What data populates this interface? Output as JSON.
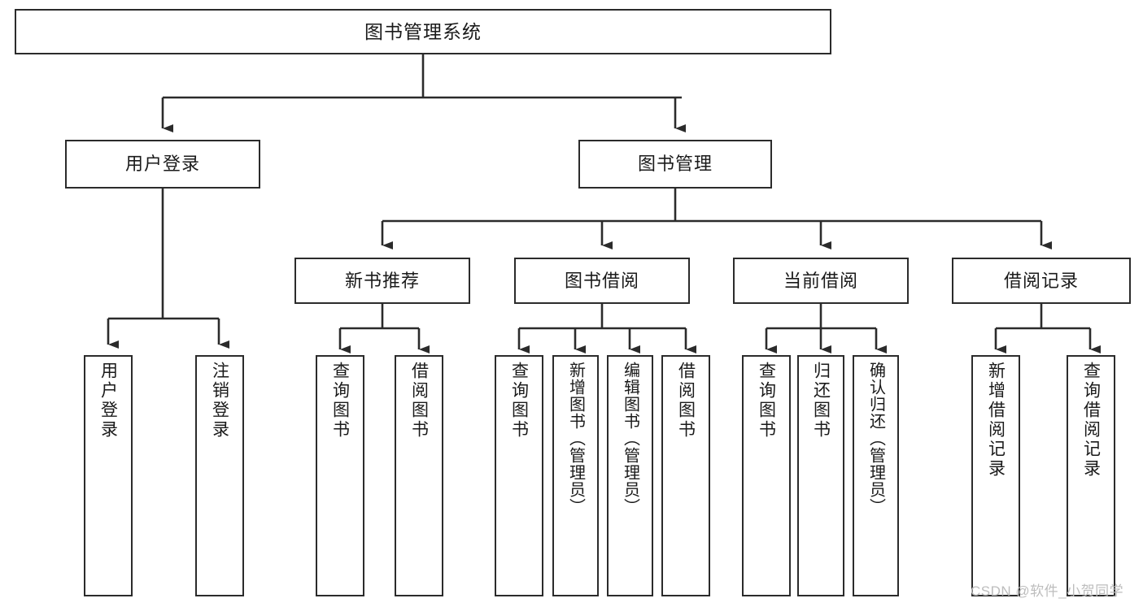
{
  "diagram": {
    "type": "tree",
    "title": "图书管理系统",
    "orientation": "top-down",
    "colors": {
      "box_border": "#2b2b2b",
      "box_fill": "#ffffff",
      "connector": "#2b2b2b",
      "text": "#1a1a1a",
      "watermark": "#bdbdbd",
      "background": "#ffffff"
    }
  },
  "watermark": {
    "text": "CSDN @软件_小贺同学"
  },
  "nodes": {
    "root": {
      "label": "图书管理系统"
    },
    "level1": [
      {
        "label": "用户登录"
      },
      {
        "label": "图书管理"
      }
    ],
    "level2": [
      {
        "label": "新书推荐"
      },
      {
        "label": "图书借阅"
      },
      {
        "label": "当前借阅"
      },
      {
        "label": "借阅记录"
      }
    ],
    "leaves": {
      "user_login": [
        {
          "label": "用户登录"
        },
        {
          "label": "注销登录"
        }
      ],
      "new_book_recommend": [
        {
          "label": "查询图书"
        },
        {
          "label": "借阅图书"
        }
      ],
      "book_borrow": [
        {
          "label": "查询图书"
        },
        {
          "label": "新增图书（管理员）"
        },
        {
          "label": "编辑图书（管理员）"
        },
        {
          "label": "借阅图书"
        }
      ],
      "current_borrow": [
        {
          "label": "查询图书"
        },
        {
          "label": "归还图书"
        },
        {
          "label": "确认归还（管理员）"
        }
      ],
      "borrow_record": [
        {
          "label": "新增借阅记录"
        },
        {
          "label": "查询借阅记录"
        }
      ]
    }
  }
}
